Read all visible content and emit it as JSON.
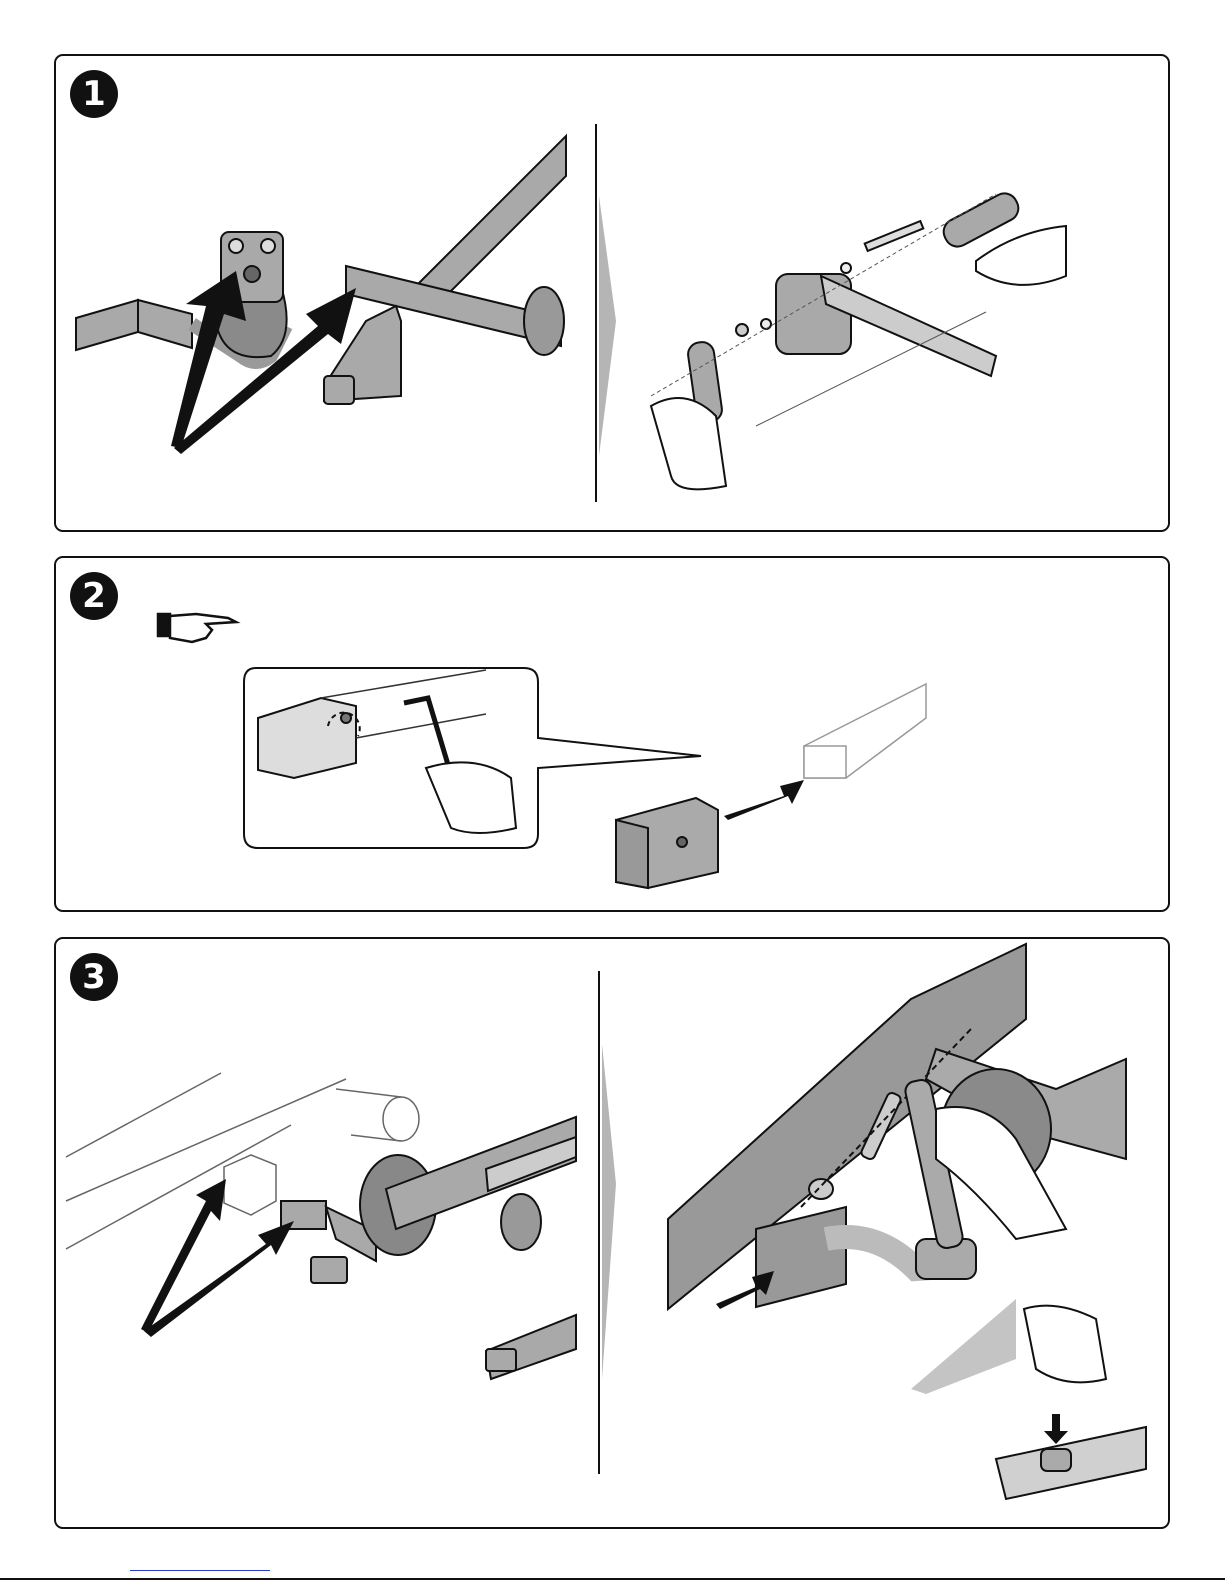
{
  "steps": [
    {
      "number": "1",
      "icon": "black-circled-number-one"
    },
    {
      "number": "2",
      "icon": "black-circled-number-two",
      "note_icon": "pointing-hand-icon"
    },
    {
      "number": "3",
      "icon": "black-circled-number-three"
    }
  ],
  "colors": {
    "ink": "#111111",
    "metal": "#a9a9a9",
    "metal_dark": "#7d7d7d",
    "divider_triangle": "#b5b5b5",
    "footer_link": "#2b3bd0"
  }
}
